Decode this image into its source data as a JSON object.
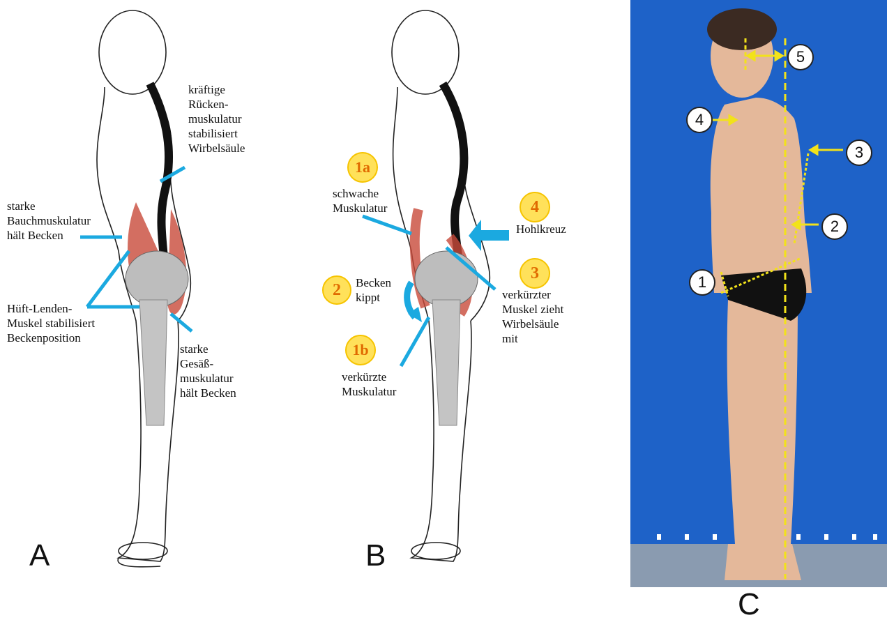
{
  "panel_a": {
    "letter": "A",
    "labels": {
      "back": "kräftige\nRücken-\nmuskulatur\nstabilisiert\nWirbelsäule",
      "abdomen": "starke\nBauchmuskulatur\nhält Becken",
      "hip": "Hüft-Lenden-\nMuskel stabilisiert\nBeckenposition",
      "glute": "starke\nGesäß-\nmuskulatur\nhält Becken"
    }
  },
  "panel_b": {
    "letter": "B",
    "badges": {
      "b1a": "1a",
      "b2": "2",
      "b1b": "1b",
      "b4": "4",
      "b3": "3"
    },
    "labels": {
      "weak": "schwache\nMuskulatur",
      "pelvis": "Becken\nkippt",
      "short": "verkürzte\nMuskulatur",
      "hollow": "Hohlkreuz",
      "shortened": "verkürzter\nMuskel zieht\nWirbelsäule\nmit"
    }
  },
  "panel_c": {
    "letter": "C",
    "markers": {
      "m1": "1",
      "m2": "2",
      "m3": "3",
      "m4": "4",
      "m5": "5"
    },
    "colors": {
      "background": "#1e62c8",
      "marker_line": "#f2e21a"
    }
  },
  "colors": {
    "muscle_line": "#1ba9e0",
    "badge_fill": "#ffe15a",
    "badge_text": "#e06a00"
  }
}
